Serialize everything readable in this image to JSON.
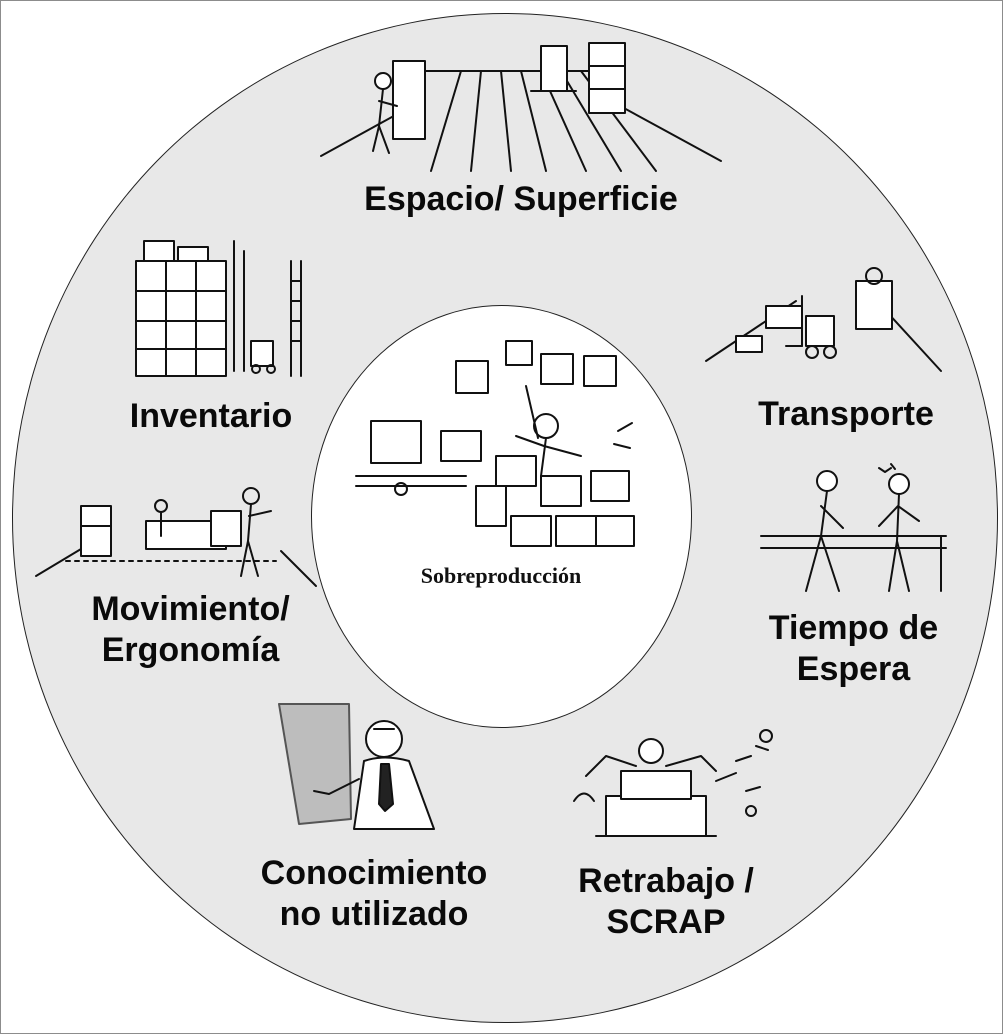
{
  "wastes": {
    "space": "Espacio/ Superficie",
    "inventory": "Inventario",
    "transport": "Transporte",
    "movement_line1": "Movimiento/",
    "movement_line2": "Ergonomía",
    "waiting_line1": "Tiempo de",
    "waiting_line2": "Espera",
    "knowledge_line1": "Conocimiento",
    "knowledge_line2": "no utilizado",
    "rework_line1": "Retrabajo /",
    "rework_line2": "SCRAP"
  },
  "center": {
    "label": "Sobreproducción"
  }
}
